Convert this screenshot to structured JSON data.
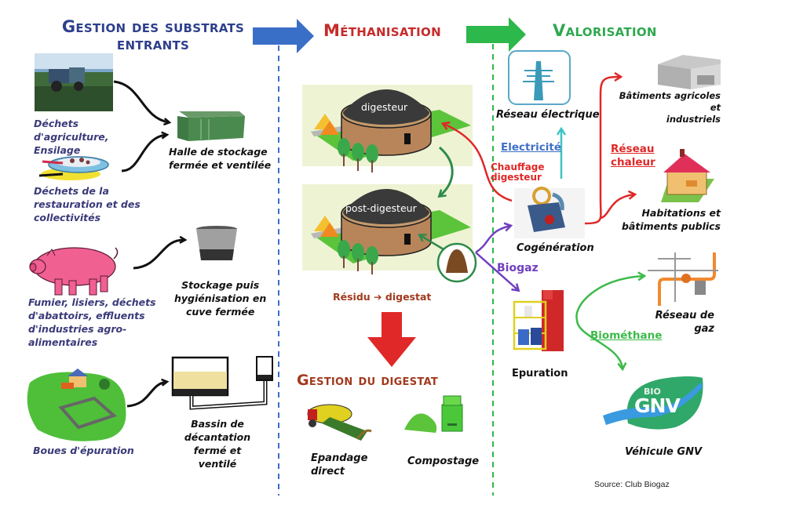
{
  "sections": {
    "substrats": {
      "title_line1": "Gestion des substrats",
      "title_line2": "entrants",
      "color": "#2e3f8c"
    },
    "methanisation": {
      "title": "Méthanisation",
      "color": "#c62a2a"
    },
    "valorisation": {
      "title": "Valorisation",
      "color": "#2fa84f"
    },
    "digestat": {
      "title": "Gestion du digestat",
      "color": "#a23a1e"
    }
  },
  "inputs": [
    {
      "label": "Déchets d'agriculture, Ensilage",
      "lines": [
        "Déchets",
        "d'agriculture,",
        "Ensilage"
      ],
      "icon": "tractor-field-icon"
    },
    {
      "label": "Déchets de la restauration et des collectivités",
      "lines": [
        "Déchets de la",
        "restauration et des",
        "collectivités"
      ],
      "icon": "food-plate-icon"
    },
    {
      "label": "Fumier, lisiers, déchets d'abattoirs, effluents d'industries agro-alimentaires",
      "lines": [
        "Fumier, lisiers, déchets",
        "d'abattoirs, effluents",
        "d'industries agro-",
        "alimentaires"
      ],
      "icon": "pig-icon"
    },
    {
      "label": "Boues d'épuration",
      "lines": [
        "Boues d'épuration"
      ],
      "icon": "wastewater-plant-icon"
    }
  ],
  "storage": [
    {
      "lines": [
        "Halle de stockage",
        "fermée et ventilée"
      ],
      "icon": "storage-hall-icon"
    },
    {
      "lines": [
        "Stockage puis",
        "hygiénisation en",
        "cuve fermée"
      ],
      "icon": "tank-icon"
    },
    {
      "lines": [
        "Bassin de",
        "décantation",
        "fermé et ventilé"
      ],
      "icon": "settling-basin-icon"
    }
  ],
  "methanisation": {
    "digester_label": "digesteur",
    "post_digester_label": "post-digesteur",
    "residue_label": "Résidu",
    "residue_arrow": "➔",
    "digestate_label": "digestat"
  },
  "digestat": {
    "items": [
      {
        "lines": [
          "Epandage",
          "direct"
        ],
        "icon": "spreader-icon"
      },
      {
        "lines": [
          "Compostage"
        ],
        "icon": "compost-icon"
      }
    ]
  },
  "valorisation": {
    "reseau_electrique": "Réseau électrique",
    "electricite": "Electricité",
    "chauffage_line1": "Chauffage",
    "chauffage_line2": "digesteur",
    "cogeneration": "Cogénération",
    "reseau_chaleur_line1": "Réseau",
    "reseau_chaleur_line2": "chaleur",
    "batiments_line1": "Bâtiments agricoles et",
    "batiments_line2": "industriels",
    "habitations_line1": "Habitations et",
    "habitations_line2": "bâtiments publics",
    "biogaz": "Biogaz",
    "epuration": "Epuration",
    "biomethane": "Biométhane",
    "reseau_gaz_line1": "Réseau de",
    "reseau_gaz_line2": "gaz",
    "gnv_logo_top": "BIO",
    "gnv_logo_main": "GNV",
    "vehicule": "Véhicule GNV"
  },
  "source": "Source: Club Biogaz",
  "colors": {
    "blue_arrow": "#3a6fc8",
    "green_arrow": "#2db84b",
    "red_arrow": "#e02828",
    "teal": "#3ec4c4",
    "purple": "#7040c0",
    "flow_green": "#3cba4a",
    "electric_blue": "#3f6fc8"
  }
}
